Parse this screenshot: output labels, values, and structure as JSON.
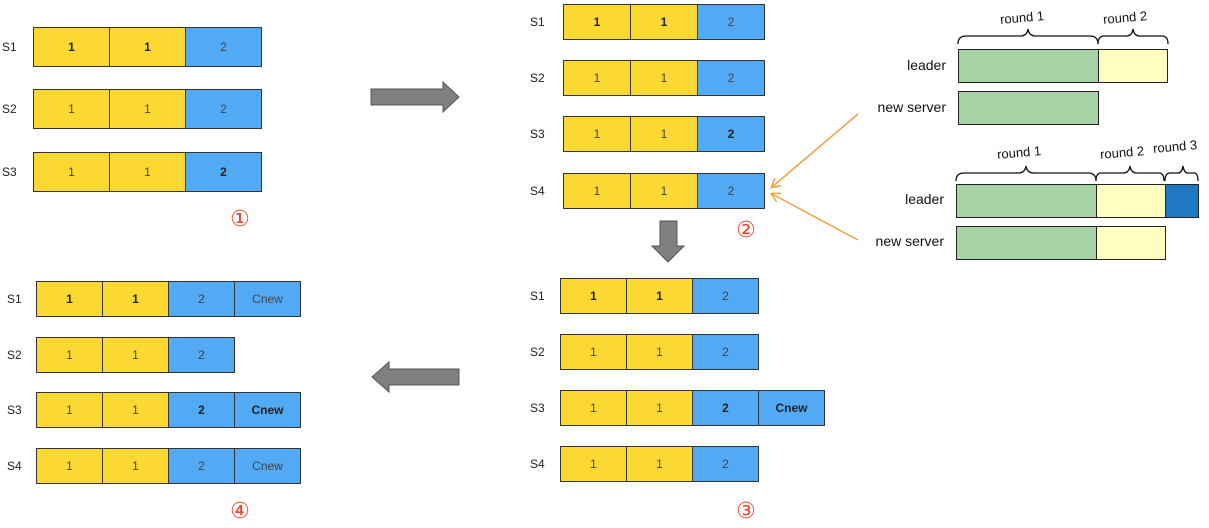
{
  "panels": {
    "p1": {
      "marker": "①",
      "rows": [
        {
          "label": "S1",
          "cells": [
            {
              "t": "1",
              "b": true
            },
            {
              "t": "1",
              "b": true
            },
            {
              "t": "2",
              "b": false
            }
          ]
        },
        {
          "label": "S2",
          "cells": [
            {
              "t": "1",
              "b": false
            },
            {
              "t": "1",
              "b": false
            },
            {
              "t": "2",
              "b": false
            }
          ]
        },
        {
          "label": "S3",
          "cells": [
            {
              "t": "1",
              "b": false
            },
            {
              "t": "1",
              "b": false
            },
            {
              "t": "2",
              "b": true
            }
          ]
        }
      ]
    },
    "p2": {
      "marker": "②",
      "rows": [
        {
          "label": "S1",
          "cells": [
            {
              "t": "1",
              "b": true
            },
            {
              "t": "1",
              "b": true
            },
            {
              "t": "2",
              "b": false
            }
          ]
        },
        {
          "label": "S2",
          "cells": [
            {
              "t": "1",
              "b": false
            },
            {
              "t": "1",
              "b": false
            },
            {
              "t": "2",
              "b": false
            }
          ]
        },
        {
          "label": "S3",
          "cells": [
            {
              "t": "1",
              "b": false
            },
            {
              "t": "1",
              "b": false
            },
            {
              "t": "2",
              "b": true
            }
          ]
        },
        {
          "label": "S4",
          "cells": [
            {
              "t": "1",
              "b": false
            },
            {
              "t": "1",
              "b": false
            },
            {
              "t": "2",
              "b": false
            }
          ]
        }
      ]
    },
    "p3": {
      "marker": "③",
      "rows": [
        {
          "label": "S1",
          "cells": [
            {
              "t": "1",
              "b": true
            },
            {
              "t": "1",
              "b": true
            },
            {
              "t": "2",
              "b": false
            }
          ]
        },
        {
          "label": "S2",
          "cells": [
            {
              "t": "1",
              "b": false
            },
            {
              "t": "1",
              "b": false
            },
            {
              "t": "2",
              "b": false
            }
          ]
        },
        {
          "label": "S3",
          "cells": [
            {
              "t": "1",
              "b": false
            },
            {
              "t": "1",
              "b": false
            },
            {
              "t": "2",
              "b": true
            },
            {
              "t": "Cnew",
              "b": true
            }
          ]
        },
        {
          "label": "S4",
          "cells": [
            {
              "t": "1",
              "b": false
            },
            {
              "t": "1",
              "b": false
            },
            {
              "t": "2",
              "b": false
            }
          ]
        }
      ]
    },
    "p4": {
      "marker": "④",
      "rows": [
        {
          "label": "S1",
          "cells": [
            {
              "t": "1",
              "b": true
            },
            {
              "t": "1",
              "b": true
            },
            {
              "t": "2",
              "b": false
            },
            {
              "t": "Cnew",
              "b": false
            }
          ]
        },
        {
          "label": "S2",
          "cells": [
            {
              "t": "1",
              "b": false
            },
            {
              "t": "1",
              "b": false
            },
            {
              "t": "2",
              "b": false
            }
          ]
        },
        {
          "label": "S3",
          "cells": [
            {
              "t": "1",
              "b": false
            },
            {
              "t": "1",
              "b": false
            },
            {
              "t": "2",
              "b": true
            },
            {
              "t": "Cnew",
              "b": true
            }
          ]
        },
        {
          "label": "S4",
          "cells": [
            {
              "t": "1",
              "b": false
            },
            {
              "t": "1",
              "b": false
            },
            {
              "t": "2",
              "b": false
            },
            {
              "t": "Cnew",
              "b": false
            }
          ]
        }
      ]
    }
  },
  "rounds": {
    "top": {
      "leader_label": "leader",
      "new_server_label": "new server",
      "round1": "round 1",
      "round2": "round 2"
    },
    "bottom": {
      "leader_label": "leader",
      "new_server_label": "new server",
      "round1": "round 1",
      "round2": "round 2",
      "round3": "round 3"
    }
  },
  "colors": {
    "yellow_cell": "#fcd932",
    "blue_cell": "#52a9f4",
    "green_bar": "#a7d3a6",
    "cream_bar": "#fffec0",
    "dark_blue_bar": "#1f78c2",
    "marker_red": "#e8472c",
    "orange_arrow": "#f0a040",
    "gray_arrow": "#808080"
  }
}
